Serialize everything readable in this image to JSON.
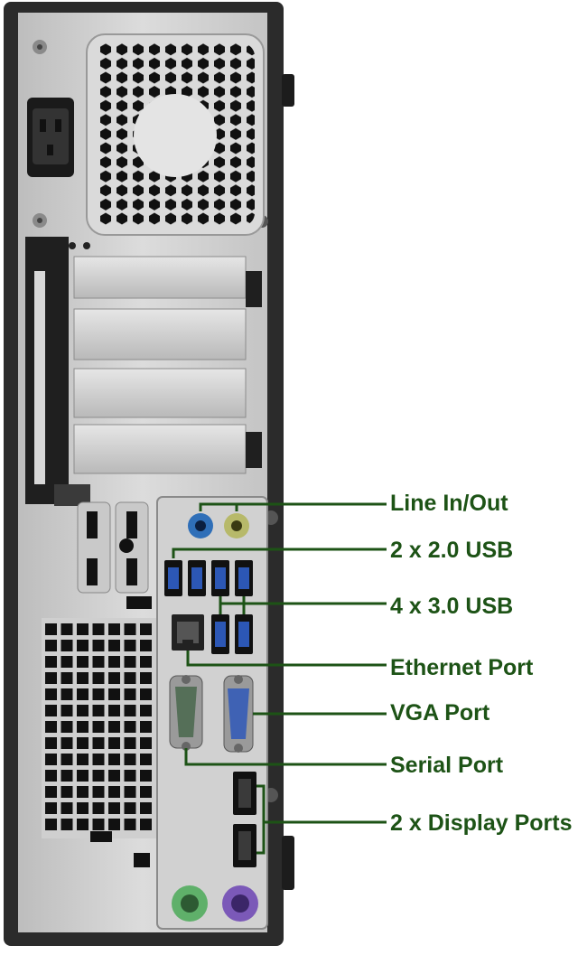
{
  "diagram": {
    "callout_color": "#1d5316",
    "case_color": "#2b2b2b",
    "panel_color": "#d3d3d3",
    "labels": [
      {
        "id": "line-in-out",
        "text": "Line In/Out"
      },
      {
        "id": "usb-2",
        "text": "2 x 2.0 USB"
      },
      {
        "id": "usb-3",
        "text": "4 x 3.0 USB"
      },
      {
        "id": "ethernet",
        "text": "Ethernet Port"
      },
      {
        "id": "vga",
        "text": "VGA Port"
      },
      {
        "id": "serial",
        "text": "Serial Port"
      },
      {
        "id": "display-ports",
        "text": "2 x Display Ports"
      }
    ],
    "port_colors": {
      "line_in": "#2f6fb8",
      "line_out": "#b7b96a",
      "usb3": "#2c57b5",
      "vga": "#3f62b4",
      "ps2_mouse": "#5fb06a",
      "ps2_keyboard": "#7b59b8"
    }
  }
}
